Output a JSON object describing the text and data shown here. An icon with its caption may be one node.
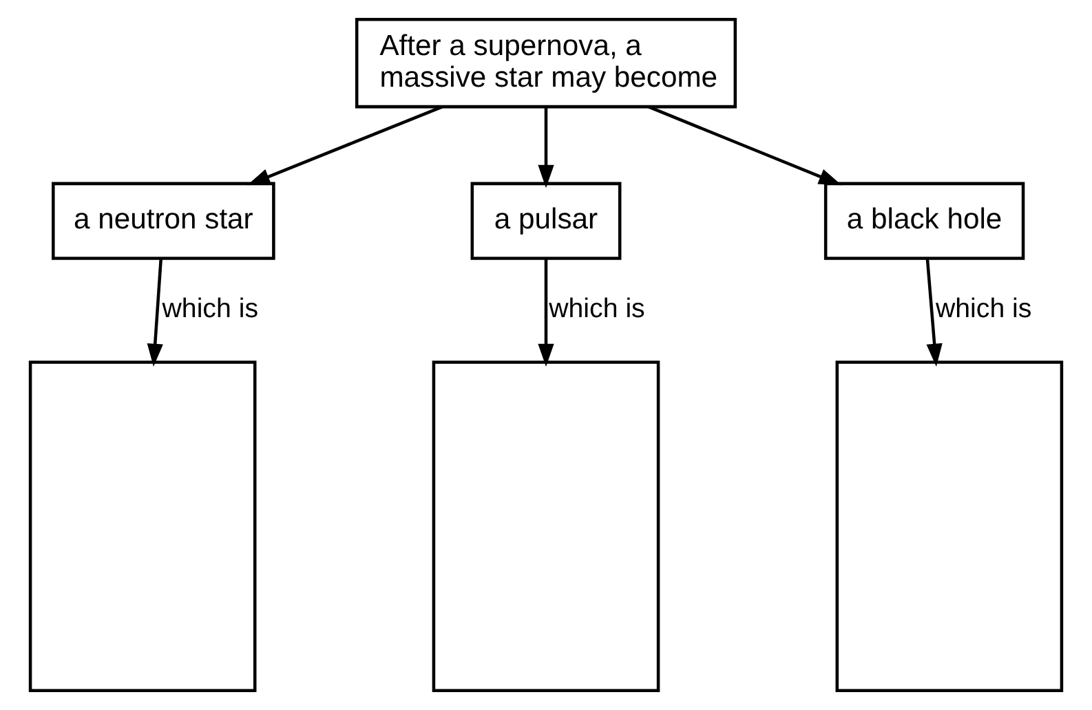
{
  "diagram": {
    "nodes": [
      {
        "text": [
          "After a supernova, a massive star may become"
        ]
      },
      {
        "text": [
          "a neutron star"
        ]
      },
      {
        "text": [
          "a pulsar"
        ]
      },
      {
        "text": [
          "a black hole"
        ]
      },
      {
        "text": [],
        "shape": "box"
      },
      {
        "text": [],
        "shape": "box"
      },
      {
        "text": [],
        "shape": "box"
      }
    ],
    "edges": [
      {
        "from": 0,
        "to": 1,
        "arrow": "to"
      },
      {
        "from": 0,
        "to": 2,
        "arrow": "to"
      },
      {
        "from": 0,
        "to": 3,
        "arrow": "to"
      },
      {
        "from": 1,
        "to": 4,
        "arrow": "to",
        "label": "which is"
      },
      {
        "from": 2,
        "to": 5,
        "arrow": "to",
        "label": "which is"
      },
      {
        "from": 3,
        "to": 6,
        "arrow": "to",
        "label": "which is"
      }
    ]
  }
}
